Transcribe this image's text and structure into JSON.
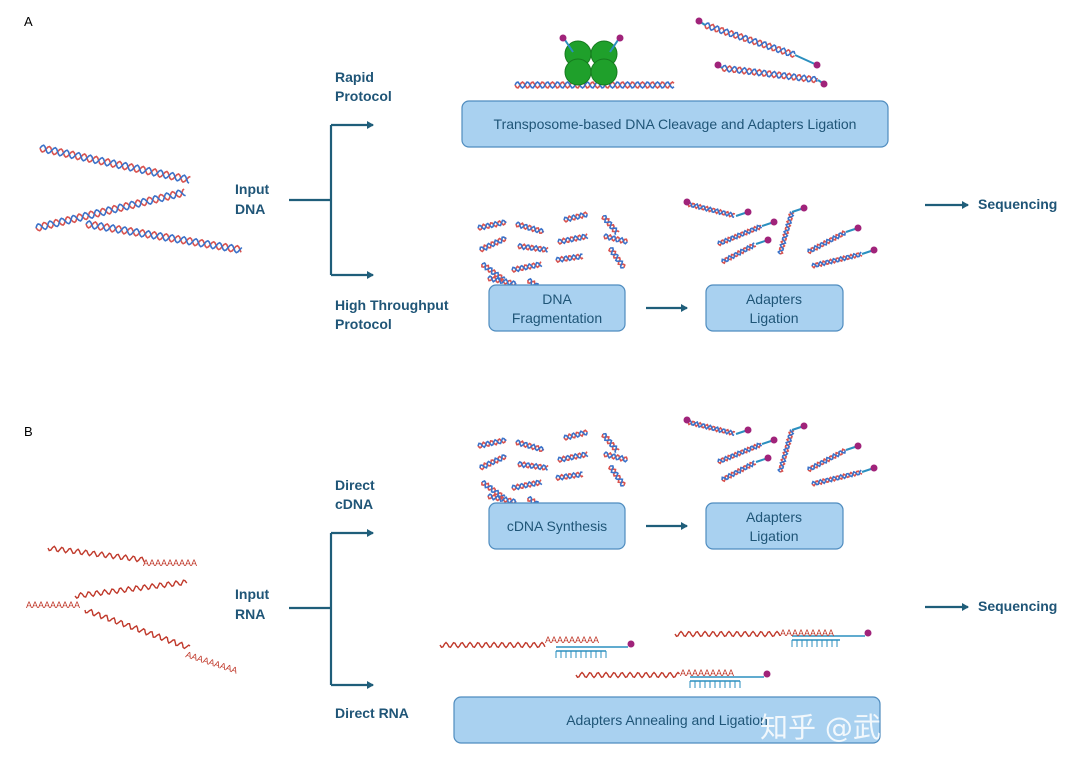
{
  "panels": {
    "a": "A",
    "b": "B"
  },
  "colors": {
    "arrow": "#1f5e7a",
    "box_fill": "#a9d1f0",
    "box_stroke": "#4f8cbf",
    "label": "#1f5577",
    "dna_strand_1": "#d9534f",
    "dna_strand_2": "#3b72c9",
    "rna": "#c0392b",
    "adapter": "#2b8fbf",
    "adapter_end": "#a0237a",
    "transposase": "#1fa02b"
  },
  "section_a": {
    "input_label": [
      "Input",
      "DNA"
    ],
    "rapid_label": [
      "Rapid",
      "Protocol"
    ],
    "ht_label": [
      "High Throughput",
      "Protocol"
    ],
    "transposome_box": "Transposome-based DNA Cleavage and Adapters Ligation",
    "fragmentation_box": [
      "DNA",
      "Fragmentation"
    ],
    "ligation_box": [
      "Adapters",
      "Ligation"
    ],
    "sequencing": "Sequencing"
  },
  "section_b": {
    "input_label": [
      "Input",
      "RNA"
    ],
    "direct_cdna_label": [
      "Direct",
      "cDNA"
    ],
    "direct_rna_label": "Direct RNA",
    "cdna_box": "cDNA Synthesis",
    "ligation_box": [
      "Adapters",
      "Ligation"
    ],
    "annealing_box": "Adapters Annealing and Ligation",
    "sequencing": "Sequencing",
    "poly_a_tails": [
      "AAAAAAAAA",
      "AAAAAAAAA",
      "AAAAAAAAA",
      "AAAAAAAAA",
      "AAAAAAAAA",
      "AAAAAAAAA"
    ]
  },
  "watermark": "知乎 @武汉瑞兴生物"
}
